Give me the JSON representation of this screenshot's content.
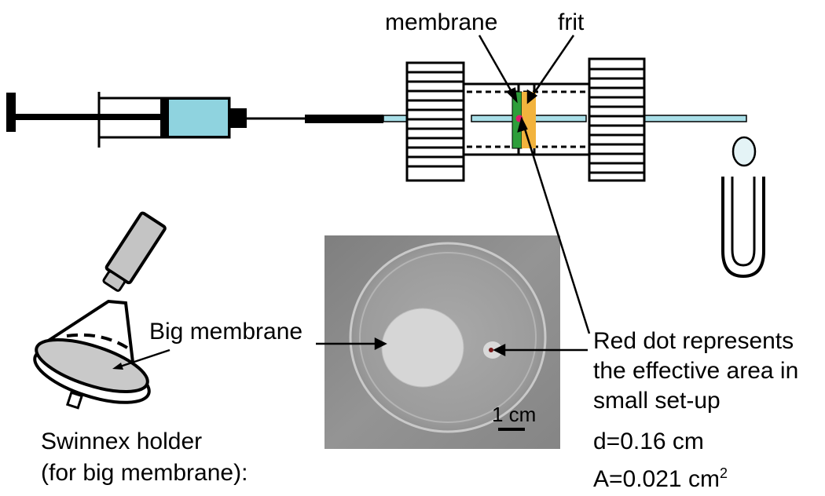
{
  "labels": {
    "membrane": "membrane",
    "frit": "frit",
    "big_membrane": "Big membrane",
    "swinnex_line1": "Swinnex holder",
    "swinnex_line2": "(for big membrane):",
    "red_dot_line1": "Red dot represents",
    "red_dot_line2": "the effective area in",
    "red_dot_line3": "small set-up",
    "diameter": "d=0.16 cm",
    "area_base": "A=0.021 cm",
    "area_exp": "2",
    "scale_bar": "1 cm"
  },
  "colors": {
    "syringe_barrel_fluid": "#8fd3df",
    "membrane_green": "#2e9e3a",
    "frit_orange": "#f2b33d",
    "red_dot": "#e0186c",
    "tubing": "#a9dfe8",
    "photo_background": "#8e8e8e"
  }
}
